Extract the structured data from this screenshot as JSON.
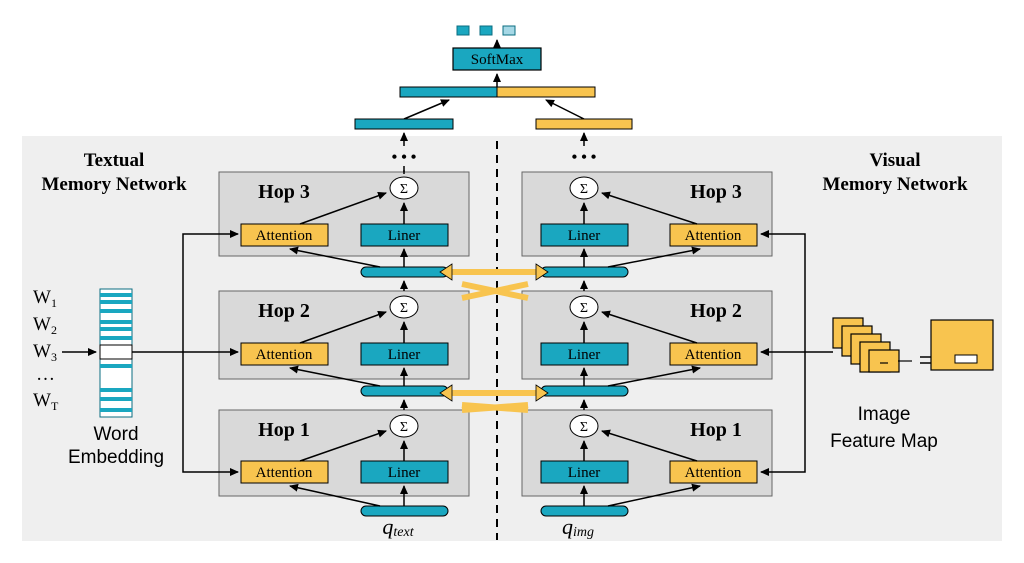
{
  "colors": {
    "panel_bg": "#efefef",
    "hop_bg": "#d9d9d9",
    "blue": "#1aa7c0",
    "blue_light": "#a6d8e6",
    "yellow": "#f8c44f",
    "line": "#000000"
  },
  "icons": [
    "sum-node-icon",
    "image-feature-map-icon",
    "word-embedding-icon",
    "cross-arrow-icon"
  ],
  "top": {
    "softmax": "SoftMax"
  },
  "left": {
    "title_line1": "Textual",
    "title_line2": "Memory Network",
    "hop3": "Hop 3",
    "hop2": "Hop 2",
    "hop1": "Hop 1",
    "attention": "Attention",
    "liner": "Liner",
    "sum": "Σ",
    "query_main": "q",
    "query_sub": "text"
  },
  "right": {
    "title_line1": "Visual",
    "title_line2": "Memory Network",
    "hop3": "Hop 3",
    "hop2": "Hop 2",
    "hop1": "Hop 1",
    "attention": "Attention",
    "liner": "Liner",
    "sum": "Σ",
    "query_main": "q",
    "query_sub": "img"
  },
  "words": {
    "w1": "W",
    "w1_sub": "1",
    "w2": "W",
    "w2_sub": "2",
    "w3": "W",
    "w3_sub": "3",
    "dots": "…",
    "wt": "W",
    "wt_sub": "T",
    "embedding_line1": "Word",
    "embedding_line2": "Embedding"
  },
  "image": {
    "label_line1": "Image",
    "label_line2": "Feature Map"
  },
  "ellipsis": "• • •"
}
